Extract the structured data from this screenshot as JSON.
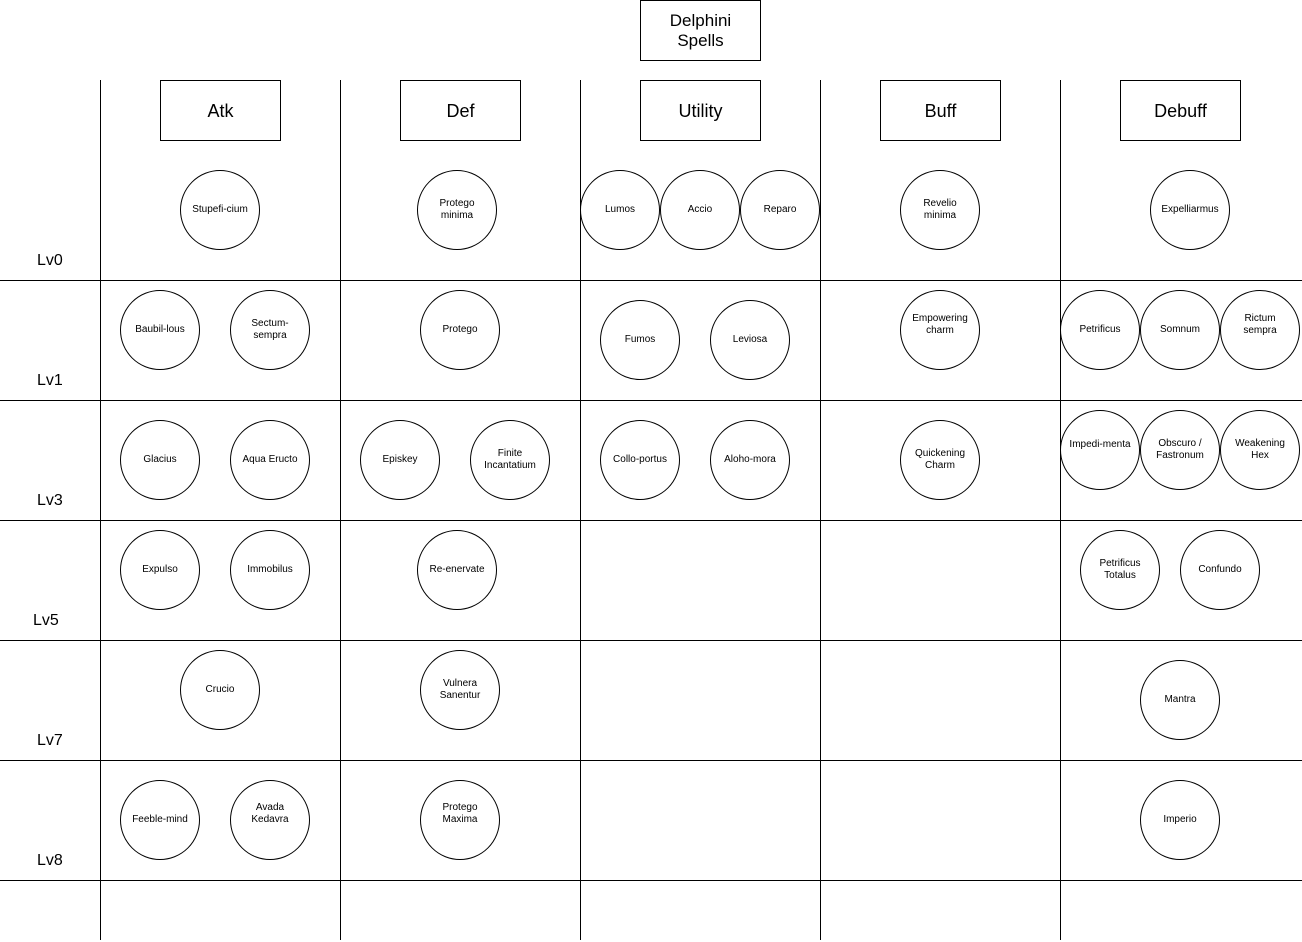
{
  "title": "Delphini Spells",
  "categories": [
    "Atk",
    "Def",
    "Utility",
    "Buff",
    "Debuff"
  ],
  "levels": [
    "Lv0",
    "Lv1",
    "Lv3",
    "Lv5",
    "Lv7",
    "Lv8"
  ],
  "spells": {
    "lv0": [
      "Stupefi-cium",
      "Protego minima",
      "Lumos",
      "Accio",
      "Reparo",
      "Revelio minima",
      "Expelliarmus"
    ],
    "lv1": [
      "Baubil-lous",
      "Sectum- sempra",
      "Protego",
      "Fumos",
      "Leviosa",
      "Empowering charm",
      "Petrificus",
      "Somnum",
      "Rictum sempra"
    ],
    "lv3": [
      "Glacius",
      "Aqua Eructo",
      "Episkey",
      "Finite Incantatium",
      "Collo-portus",
      "Aloho-mora",
      "Quickening Charm",
      "Impedi-menta",
      "Obscuro / Fastronum",
      "Weakening Hex"
    ],
    "lv5": [
      "Expulso",
      "Immobilus",
      "Re-enervate",
      "Petrificus Totalus",
      "Confundo"
    ],
    "lv7": [
      "Crucio",
      "Vulnera Sanentur",
      "Mantra"
    ],
    "lv8": [
      "Feeble-mind",
      "Avada Kedavra",
      "Protego Maxima",
      "Imperio"
    ]
  }
}
